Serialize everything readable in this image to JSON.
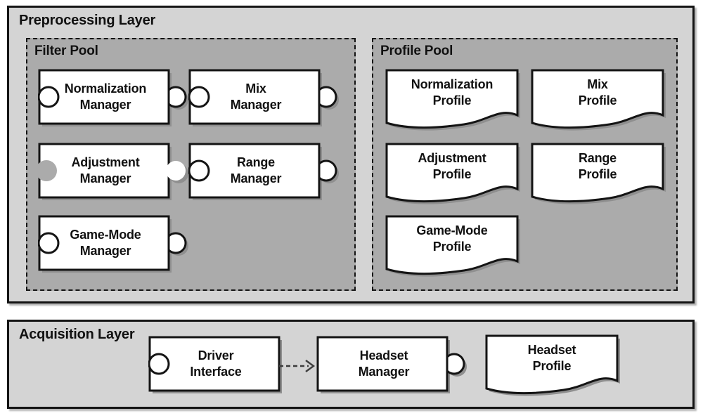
{
  "colors": {
    "layer_background": "#d4d4d4",
    "pool_background": "#ababab",
    "node_background": "#ffffff",
    "outline": "#141414",
    "shadow": "#8f8f8f",
    "arrow": "#3c3c3c"
  },
  "preprocessing_layer": {
    "title": "Preprocessing Layer",
    "filter_pool": {
      "title": "Filter Pool",
      "managers": [
        {
          "label": "Normalization\nManager"
        },
        {
          "label": "Mix\nManager"
        },
        {
          "label": "Adjustment\nManager"
        },
        {
          "label": "Range\nManager"
        },
        {
          "label": "Game-Mode\nManager"
        }
      ]
    },
    "profile_pool": {
      "title": "Profile Pool",
      "profiles": [
        {
          "label": "Normalization\nProfile"
        },
        {
          "label": "Mix\nProfile"
        },
        {
          "label": "Adjustment\nProfile"
        },
        {
          "label": "Range\nProfile"
        },
        {
          "label": "Game-Mode\nProfile"
        }
      ]
    }
  },
  "acquisition_layer": {
    "title": "Acquisition Layer",
    "driver_interface": {
      "label": "Driver\nInterface"
    },
    "headset_manager": {
      "label": "Headset\nManager"
    },
    "headset_profile": {
      "label": "Headset\nProfile"
    }
  }
}
